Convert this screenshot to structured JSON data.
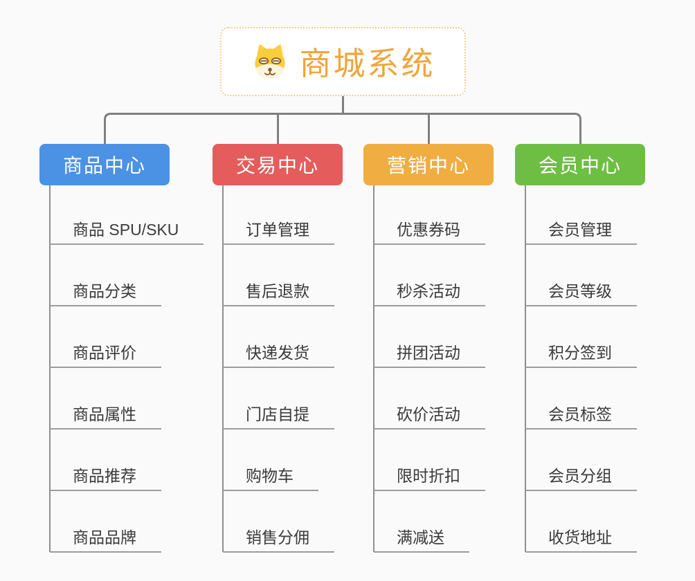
{
  "root": {
    "title": "商城系统",
    "icon": "dog-face-icon"
  },
  "branches": [
    {
      "label": "商品中心",
      "color": "#4b92e5",
      "items": [
        "商品 SPU/SKU",
        "商品分类",
        "商品评价",
        "商品属性",
        "商品推荐",
        "商品品牌"
      ]
    },
    {
      "label": "交易中心",
      "color": "#e45c5c",
      "items": [
        "订单管理",
        "售后退款",
        "快递发货",
        "门店自提",
        "购物车",
        "销售分佣"
      ]
    },
    {
      "label": "营销中心",
      "color": "#efad42",
      "items": [
        "优惠券码",
        "秒杀活动",
        "拼团活动",
        "砍价活动",
        "限时折扣",
        "满减送"
      ]
    },
    {
      "label": "会员中心",
      "color": "#6fbe44",
      "items": [
        "会员管理",
        "会员等级",
        "积分签到",
        "会员标签",
        "会员分组",
        "收货地址"
      ]
    }
  ],
  "colors": {
    "background": "#fafafa",
    "connector_main": "#7f7f7f",
    "connector_branch": "#8e8e8e",
    "leaf_underline": "#9c9c9c",
    "leaf_text": "#3a3a3a",
    "root_text": "#f0a63c",
    "root_border": "#f6cb8c",
    "branch_text": "#ffffff"
  }
}
